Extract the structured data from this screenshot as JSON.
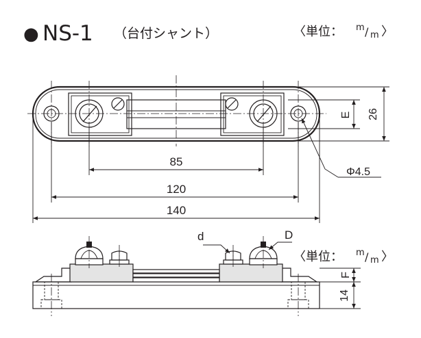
{
  "title": {
    "bullet": "●",
    "model": "NS-1",
    "subtitle": "（台付シャント）"
  },
  "unit_note": {
    "prefix": "〈単位：",
    "unit_top": "m",
    "slash": "/",
    "unit_bottom": "m",
    "suffix": "〉"
  },
  "dimensions": {
    "d85": "85",
    "d120": "120",
    "d140": "140",
    "E": "E",
    "d26": "26",
    "hole": "Φ4.5",
    "d": "d",
    "D": "D",
    "F": "F",
    "d14": "14"
  }
}
